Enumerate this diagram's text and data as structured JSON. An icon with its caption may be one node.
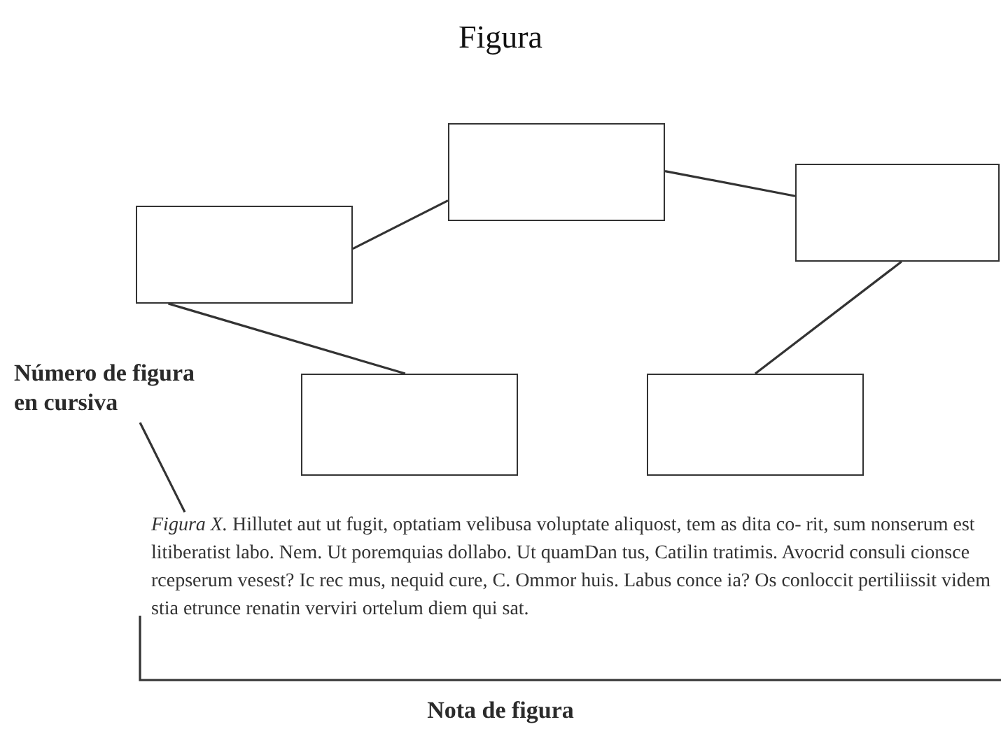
{
  "diagram": {
    "title": "Figura",
    "nodes": [
      {
        "text": [],
        "shape": "box"
      },
      {
        "text": [],
        "shape": "box"
      },
      {
        "text": [],
        "shape": "box"
      },
      {
        "text": [
          "Número de figura en cursiva"
        ]
      },
      {
        "text": [],
        "shape": "box"
      },
      {
        "text": [],
        "shape": "box"
      },
      {
        "text": [
          "*Figura X.* Hillutet aut ut fugit, optatiam velibusa voluptate aliquost, tem as dita co- rit, sum nonserum est litiberatist labo. Nem. Ut poremquias dollabo. Ut quamDan tus, Catilin tratimis. Avocrid consuli cionsce rcepserum vesest? Ic rec mus, nequid cure, C. Ommor huis. Labus conce ia? Os conloccit pertiliissit videm stia etrunce renatin verviri ortelum diem qui sat."
        ]
      }
    ],
    "edges": [
      {
        "from": 2,
        "to": 0,
        "arrow": "none"
      },
      {
        "from": 0,
        "to": 1,
        "arrow": "none"
      },
      {
        "from": 2,
        "to": 4,
        "arrow": "none"
      },
      {
        "from": 1,
        "to": 5,
        "arrow": "none"
      },
      {
        "from": 3,
        "to": 6,
        "arrow": "none"
      }
    ],
    "labels": [
      "Nota de figura"
    ]
  }
}
